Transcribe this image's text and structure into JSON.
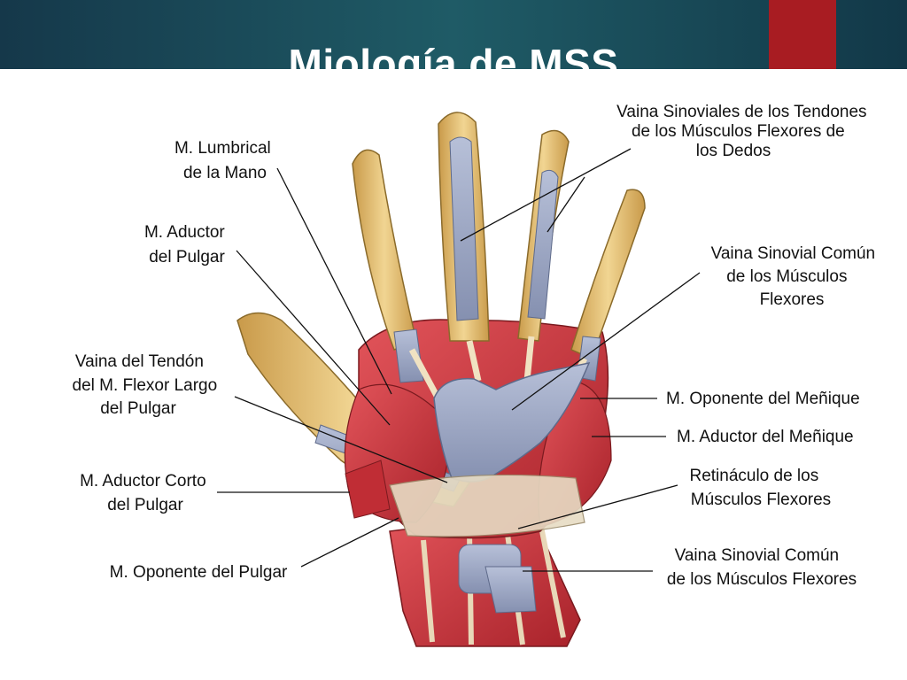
{
  "slide": {
    "title": "Miología de MSS"
  },
  "labels": {
    "lumbrical": [
      "M. Lumbrical",
      "de la Mano"
    ],
    "aductor_pulgar": [
      "M. Aductor",
      "del Pulgar"
    ],
    "vaina_flexor_largo": [
      "Vaina del Tendón",
      "del M. Flexor Largo",
      "del Pulgar"
    ],
    "aductor_corto": [
      "M. Aductor Corto",
      "del Pulgar"
    ],
    "oponente_pulgar": [
      "M. Oponente del Pulgar"
    ],
    "vainas_tendones": [
      "Vaina Sinoviales de los Tendones",
      "de los Músculos Flexores de",
      "los Dedos"
    ],
    "vaina_comun_sup": [
      "Vaina Sinovial Común",
      "de los Músculos",
      "Flexores"
    ],
    "oponente_menique": [
      "M. Oponente del Meñique"
    ],
    "aductor_menique": [
      "M. Aductor del Meñique"
    ],
    "retinaculo": [
      "Retináculo de los",
      "Músculos Flexores"
    ],
    "vaina_comun_inf": [
      "Vaina Sinovial Común",
      "de los Músculos Flexores"
    ]
  },
  "colors": {
    "header": "#1f5b66",
    "accent": "#a81c22",
    "muscle": "#c9333a",
    "sheath": "#98a4c2",
    "skin": "#e8c57a"
  }
}
